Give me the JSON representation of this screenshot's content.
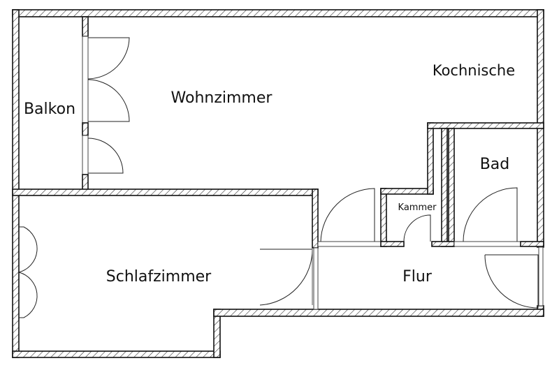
{
  "rooms": {
    "balkon": "Balkon",
    "wohnzimmer": "Wohnzimmer",
    "kochnische": "Kochnische",
    "bad": "Bad",
    "kammer": "Kammer",
    "schlafzimmer": "Schlafzimmer",
    "flur": "Flur"
  },
  "colors": {
    "wall": "#111111",
    "background": "#ffffff"
  }
}
